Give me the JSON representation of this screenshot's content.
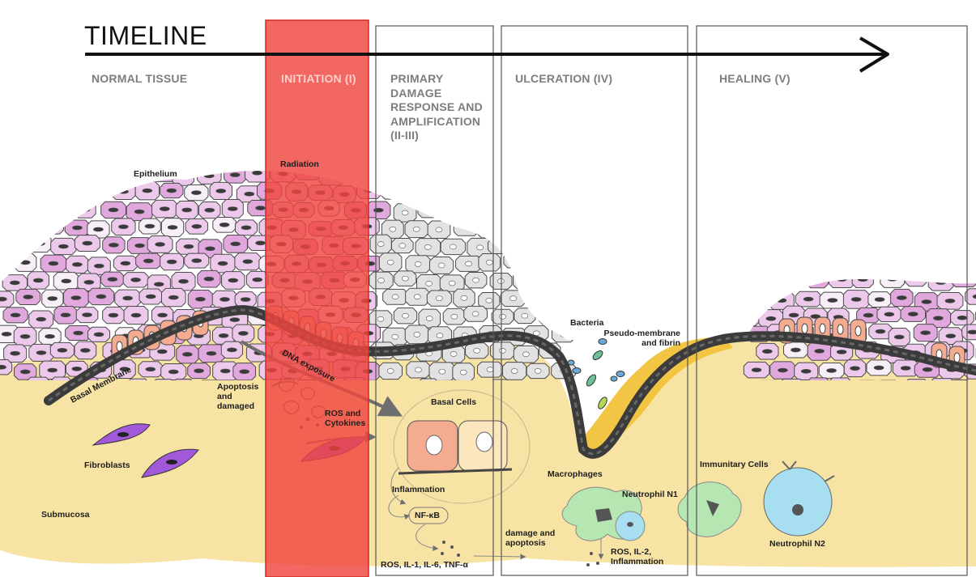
{
  "timeline": {
    "title": "TIMELINE"
  },
  "stages": {
    "normal": "NORMAL TISSUE",
    "initiation": "INITIATION (I)",
    "primary_damage": "PRIMARY DAMAGE RESPONSE AND AMPLIFICATION (II-III)",
    "ulceration": "ULCERATION (IV)",
    "healing": "HEALING (V)"
  },
  "labels": {
    "epithelium": "Epithelium",
    "radiation": "Radiation",
    "basal_membrane": "Basal Membrane",
    "apoptosis": "Apoptosis and damaged",
    "dna_exposure": "DNA exposure",
    "ros_cytokines": "ROS and Cytokines",
    "fibroblasts": "Fibroblasts",
    "submucosa": "Submucosa",
    "basal_cells": "Basal Cells",
    "inflammation": "Inflammation",
    "nfkb": "NF-κB",
    "ros_il": "ROS, IL-1, IL-6, TNF-α",
    "damage_apoptosis": "damage and apoptosis",
    "bacteria": "Bacteria",
    "pseudo_membrane": "Pseudo-membrane and fibrin",
    "macrophages": "Macrophages",
    "neutrophil_n1": "Neutrophil N1",
    "ros_il2": "ROS, IL-2, Inflammation",
    "immunitary_cells": "Immunitary Cells",
    "neutrophil_n2": "Neutrophil N2"
  },
  "colors": {
    "initiation_band": "#f0463f",
    "submucosa": "#f7e3a4",
    "epithelium_pink": "#ecc9ea",
    "epithelium_gray": "#e2e2e2",
    "basal_cells": "#f5ab90",
    "basal_membrane": "#3c3c3c",
    "fibroblast": "#a259d9",
    "pseudo_membrane": "#f2c23b",
    "macrophage": "#b6e6b2",
    "neutrophil": "#a7dff0"
  }
}
